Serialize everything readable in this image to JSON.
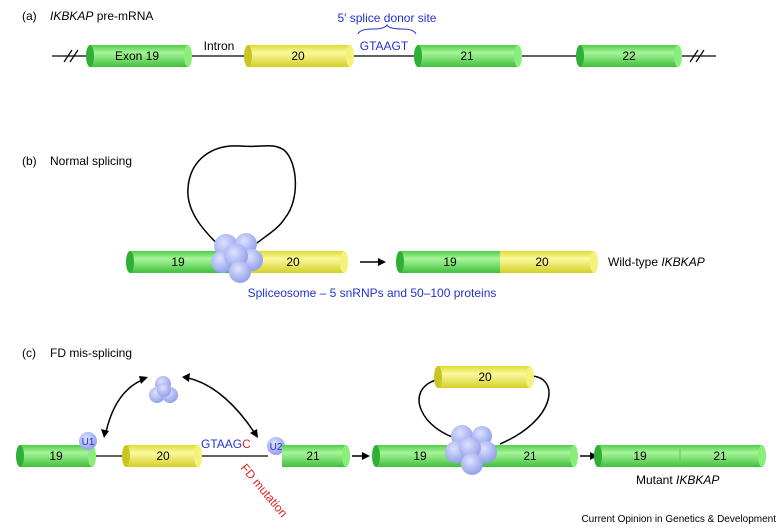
{
  "colors": {
    "exon_green": "#7CEB6B",
    "exon_green_dark": "#2FAF35",
    "exon_yellow": "#F2F05A",
    "exon_yellow_dark": "#C9C522",
    "spliceosome": "#A9B4F2",
    "label_blue": "#2233cc",
    "mutation_red": "#dd2222"
  },
  "panel_a": {
    "tag": "(a)",
    "title_italic": "IKBKAP",
    "title_rest": " pre-mRNA",
    "exon19": "Exon 19",
    "intron": "Intron",
    "exon20": "20",
    "donor_site": "5′ splice donor site",
    "donor_seq": "GTAAGT",
    "exon21": "21",
    "exon22": "22"
  },
  "panel_b": {
    "tag": "(b)",
    "title": "Normal splicing",
    "exon19": "19",
    "exon20": "20",
    "result19": "19",
    "result20": "20",
    "result_label": "Wild-type ",
    "result_label_italic": "IKBKAP",
    "spliceosome_caption": "Spliceosome – 5 snRNPs and 50–100 proteins"
  },
  "panel_c": {
    "tag": "(c)",
    "title": "FD mis-splicing",
    "exon19": "19",
    "u1": "U1",
    "exon20": "20",
    "seq_normal": "GTAAG",
    "seq_mut": "C",
    "u2": "U2",
    "exon21": "21",
    "mutation_label": "FD mutation",
    "mid19": "19",
    "mid21": "21",
    "skipped20": "20",
    "mut19": "19",
    "mut21": "21",
    "mutant_label": "Mutant ",
    "mutant_label_italic": "IKBKAP"
  },
  "footer": "Current Opinion in Genetics & Development"
}
